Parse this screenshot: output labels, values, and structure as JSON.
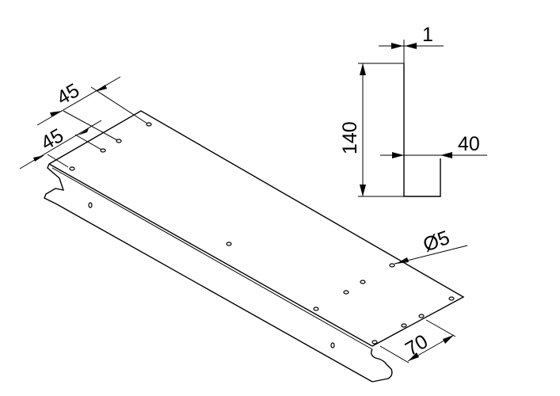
{
  "drawing": {
    "type": "sheet-metal-part-isometric",
    "dimensions": {
      "pitch_a": "45",
      "pitch_b": "45",
      "thickness": "1",
      "height": "140",
      "flange": "40",
      "hole_diameter": "Ø5",
      "edge_offset": "70"
    },
    "colors": {
      "line": "#000000",
      "background": "#ffffff"
    }
  }
}
